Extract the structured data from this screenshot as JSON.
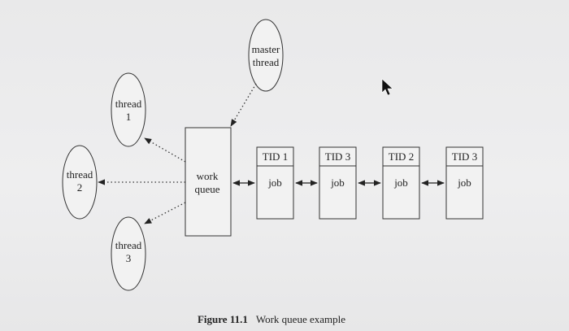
{
  "master_thread": {
    "line1": "master",
    "line2": "thread"
  },
  "threads": [
    {
      "line1": "thread",
      "line2": "1"
    },
    {
      "line1": "thread",
      "line2": "2"
    },
    {
      "line1": "thread",
      "line2": "3"
    }
  ],
  "work_queue": {
    "line1": "work",
    "line2": "queue"
  },
  "jobs": [
    {
      "tid": "TID 1",
      "label": "job"
    },
    {
      "tid": "TID 3",
      "label": "job"
    },
    {
      "tid": "TID 2",
      "label": "job"
    },
    {
      "tid": "TID 3",
      "label": "job"
    }
  ],
  "caption": {
    "number": "Figure 11.1",
    "text": "Work queue example"
  }
}
